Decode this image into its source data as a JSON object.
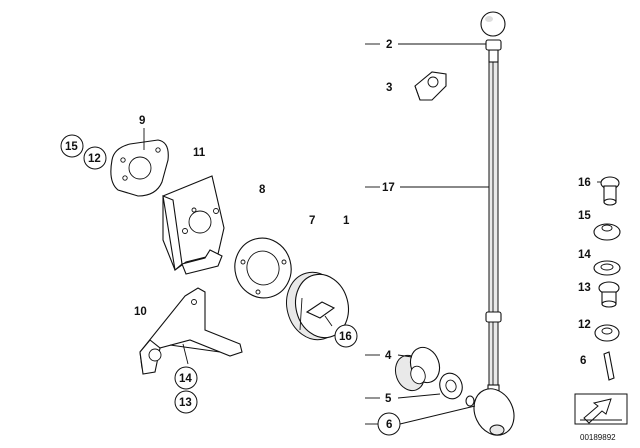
{
  "labels": {
    "l1": "1",
    "l2": "2",
    "l3": "3",
    "l4": "4",
    "l5": "5",
    "l6": "6",
    "l7": "7",
    "l8": "8",
    "l9": "9",
    "l10": "10",
    "l11": "11",
    "l12": "12",
    "l13": "13",
    "l14": "14",
    "l15": "15",
    "l16": "16",
    "l17": "17"
  },
  "legend": {
    "items": [
      "16",
      "15",
      "14",
      "13",
      "12",
      "6"
    ]
  },
  "doc_number": "00189892"
}
